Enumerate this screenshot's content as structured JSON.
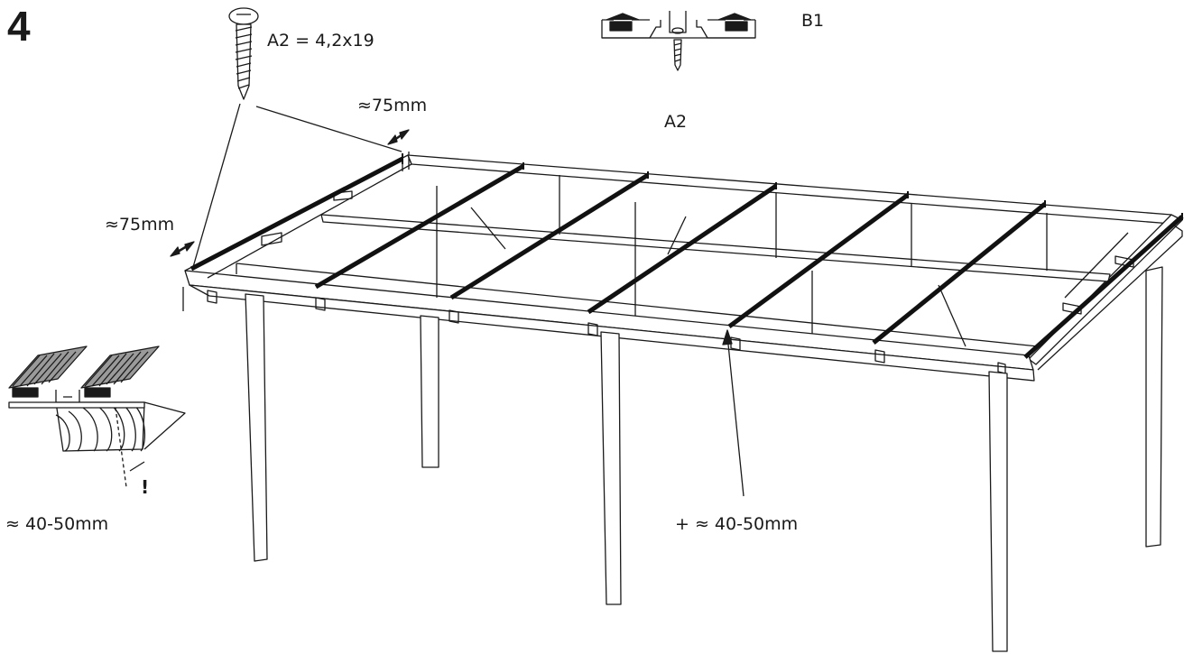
{
  "step_number": "4",
  "screw_spec": "A2 = 4,2x19",
  "profile_label": "B1",
  "screw_label": "A2",
  "dim_top": "≈75mm",
  "dim_left": "≈75mm",
  "dim_edge": "≈ 40-50mm",
  "dim_overhang": "+ ≈ 40-50mm",
  "warning": "!",
  "colors": {
    "line": "#1a1a1a",
    "gray": "#9a9a9a",
    "rail": "#111111"
  },
  "icons": [
    "screw-icon",
    "profile-clip-icon",
    "double-arrow-icon",
    "profile-detail-icon"
  ]
}
